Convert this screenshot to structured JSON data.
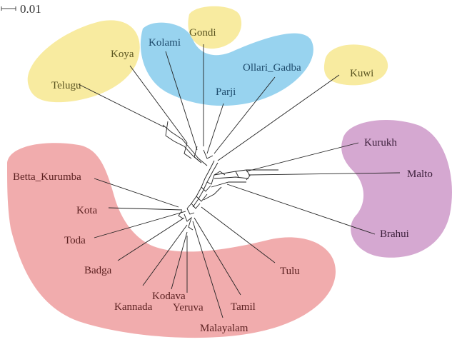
{
  "scale_bar": {
    "label": "0.01"
  },
  "colors": {
    "yellow_blob": "#f8eba0",
    "blue_blob": "#98d3ef",
    "purple_blob": "#d5a8d1",
    "red_blob": "#f1acad",
    "yellow_text": "#5a5420",
    "blue_text": "#1d4a6b",
    "purple_text": "#3b1f3a",
    "red_text": "#5a1f1f",
    "edge": "#222222"
  },
  "groups": {
    "yellow": [
      "Telugu",
      "Koya",
      "Gondi",
      "Kuwi"
    ],
    "blue": [
      "Kolami",
      "Ollari_Gadba",
      "Parji"
    ],
    "purple": [
      "Kurukh",
      "Malto",
      "Brahui"
    ],
    "red": [
      "Betta_Kurumba",
      "Kota",
      "Toda",
      "Badga",
      "Kannada",
      "Kodava",
      "Yeruva",
      "Malayalam",
      "Tamil",
      "Tulu"
    ]
  },
  "taxa": {
    "telugu": "Telugu",
    "koya": "Koya",
    "gondi": "Gondi",
    "kolami": "Kolami",
    "ollari_gadba": "Ollari_Gadba",
    "parji": "Parji",
    "kuwi": "Kuwi",
    "kurukh": "Kurukh",
    "malto": "Malto",
    "brahui": "Brahui",
    "betta_kurumba": "Betta_Kurumba",
    "kota": "Kota",
    "toda": "Toda",
    "badga": "Badga",
    "kannada": "Kannada",
    "kodava": "Kodava",
    "yeruva": "Yeruva",
    "malayalam": "Malayalam",
    "tamil": "Tamil",
    "tulu": "Tulu"
  }
}
